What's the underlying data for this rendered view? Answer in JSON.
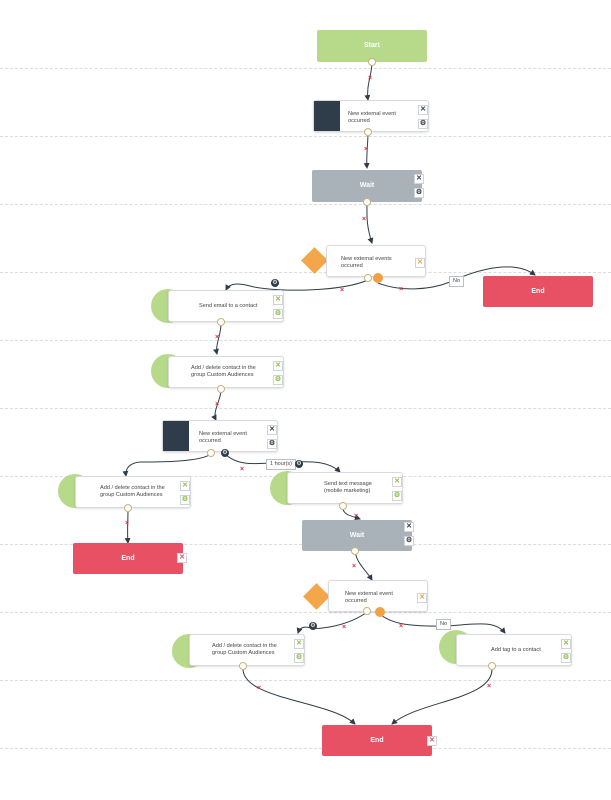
{
  "nodes": {
    "start": "Start",
    "event1": "New external event occurred",
    "wait1": "Wait",
    "condition1": "New external events occurred",
    "end1": "End",
    "send_email": "Send email to a contact",
    "audience1": "Add / delete contact in the group Custom Audiences",
    "event2": "New external event occurred",
    "audience2": "Add / delete contact in the group Custom Audiences",
    "send_sms": "Send text message (mobile marketing)",
    "end2": "End",
    "wait2": "Wait",
    "condition2": "New external event occurred",
    "audience3": "Add / delete contact in the group Custom Audiences",
    "add_tag": "Add tag to a contact",
    "end3": "End"
  },
  "labels": {
    "no1": "No",
    "no2": "No",
    "delay": "1 hour(s)"
  },
  "colors": {
    "start": "#b6d98a",
    "end": "#e85064",
    "wait": "#a9b1b9",
    "dark_icon": "#2f3d4a",
    "diamond": "#f4a64b",
    "wire": "#2f3d4a",
    "delete_x": "#e0313f"
  }
}
